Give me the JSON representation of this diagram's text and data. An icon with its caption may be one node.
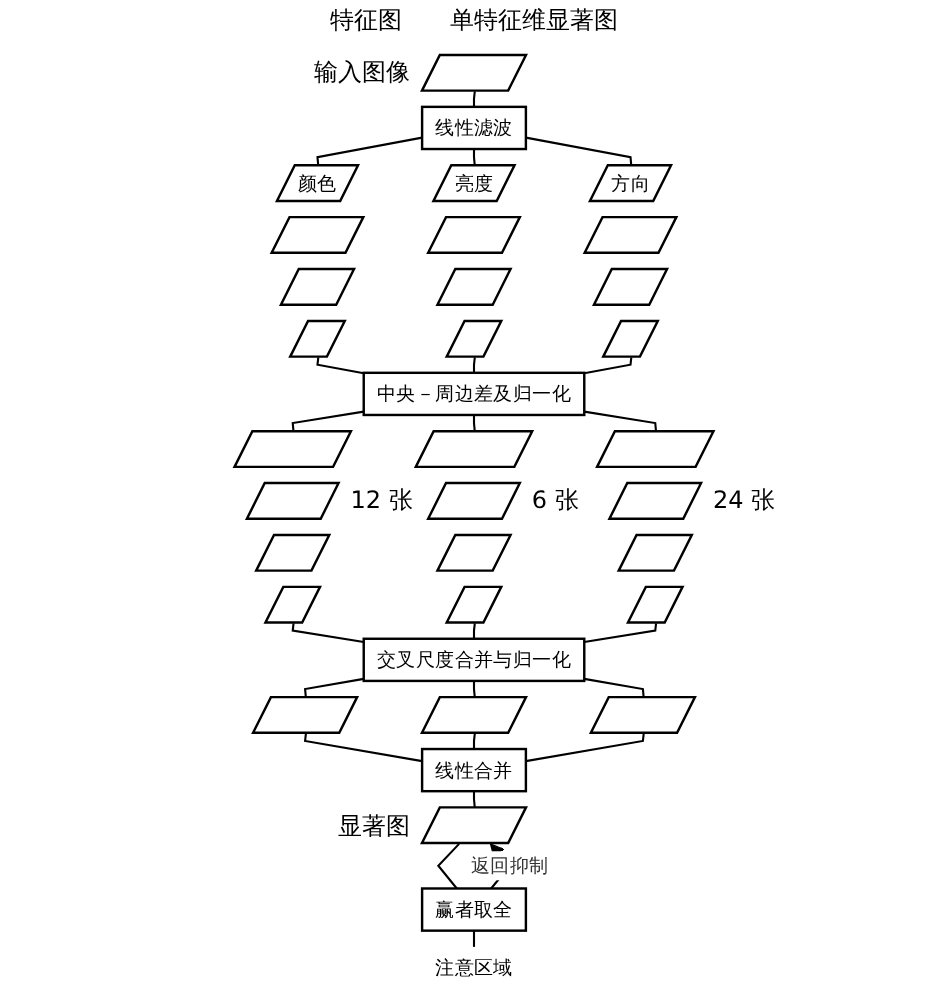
{
  "diagram": {
    "nodes": [
      {
        "text": [],
        "shape": "parallelogram",
        "beside": [
          "输入图像"
        ]
      },
      {
        "text": [
          "线性滤波"
        ]
      },
      {
        "text": [
          "颜色"
        ]
      },
      {
        "text": [],
        "shape": "parallelogram"
      },
      {
        "text": [],
        "shape": "parallelogram"
      },
      {
        "text": [],
        "shape": "parallelogram"
      },
      {
        "text": [
          "亮度"
        ]
      },
      {
        "text": [],
        "shape": "parallelogram"
      },
      {
        "text": [],
        "shape": "parallelogram"
      },
      {
        "text": [],
        "shape": "parallelogram"
      },
      {
        "text": [
          "方向"
        ]
      },
      {
        "text": [],
        "shape": "parallelogram"
      },
      {
        "text": [],
        "shape": "parallelogram"
      },
      {
        "text": [],
        "shape": "parallelogram"
      },
      {
        "text": [
          "中央－周边差及归一化"
        ]
      },
      {
        "text": [],
        "shape": "parallelogram"
      },
      {
        "text": [],
        "shape": "parallelogram",
        "beside": [
          "12 张"
        ]
      },
      {
        "text": [],
        "shape": "parallelogram"
      },
      {
        "text": [],
        "shape": "parallelogram"
      },
      {
        "text": [],
        "shape": "parallelogram"
      },
      {
        "text": [],
        "shape": "parallelogram",
        "beside": [
          "6 张"
        ]
      },
      {
        "text": [],
        "shape": "parallelogram"
      },
      {
        "text": [],
        "shape": "parallelogram"
      },
      {
        "text": [],
        "shape": "parallelogram"
      },
      {
        "text": [],
        "shape": "parallelogram",
        "beside": [
          "24 张"
        ]
      },
      {
        "text": [],
        "shape": "parallelogram"
      },
      {
        "text": [],
        "shape": "parallelogram"
      },
      {
        "text": [
          "交叉尺度合并与归一化"
        ]
      },
      {
        "text": [],
        "shape": "parallelogram"
      },
      {
        "text": [],
        "shape": "parallelogram"
      },
      {
        "text": [],
        "shape": "parallelogram"
      },
      {
        "text": [
          "线性合并"
        ]
      },
      {
        "text": [],
        "shape": "parallelogram",
        "beside": [
          "显著图"
        ]
      },
      {
        "text": [
          "赢者取全"
        ]
      },
      {
        "text": [
          "注意区域"
        ]
      }
    ],
    "edges": [
      {
        "from": 0,
        "to": 1,
        "arrow": "none"
      },
      {
        "from": 1,
        "to": 2,
        "arrow": "none"
      },
      {
        "from": 1,
        "to": 6,
        "arrow": "none"
      },
      {
        "from": 1,
        "to": 10,
        "arrow": "none"
      },
      {
        "from": 5,
        "to": 14,
        "arrow": "none"
      },
      {
        "from": 9,
        "to": 14,
        "arrow": "none"
      },
      {
        "from": 13,
        "to": 14,
        "arrow": "none"
      },
      {
        "from": 14,
        "to": 15,
        "arrow": "none"
      },
      {
        "from": 14,
        "to": 19,
        "arrow": "none"
      },
      {
        "from": 14,
        "to": 23,
        "arrow": "none"
      },
      {
        "from": 18,
        "to": 27,
        "arrow": "none"
      },
      {
        "from": 22,
        "to": 27,
        "arrow": "none"
      },
      {
        "from": 26,
        "to": 27,
        "arrow": "none"
      },
      {
        "from": 27,
        "to": 28,
        "arrow": "none"
      },
      {
        "from": 27,
        "to": 29,
        "arrow": "none"
      },
      {
        "from": 27,
        "to": 30,
        "arrow": "none"
      },
      {
        "from": 28,
        "to": 31,
        "arrow": "none"
      },
      {
        "from": 29,
        "to": 31,
        "arrow": "none"
      },
      {
        "from": 30,
        "to": 31,
        "arrow": "none"
      },
      {
        "from": 31,
        "to": 32,
        "arrow": "none"
      },
      {
        "from": 32,
        "to": 33,
        "arrow": "none"
      },
      {
        "from": 33,
        "to": 34,
        "arrow": "none"
      },
      {
        "from": 33,
        "to": 32,
        "arrow": "to",
        "label": "返回抑制"
      }
    ],
    "labels": [
      "特征图",
      "单特征维显著图"
    ]
  }
}
